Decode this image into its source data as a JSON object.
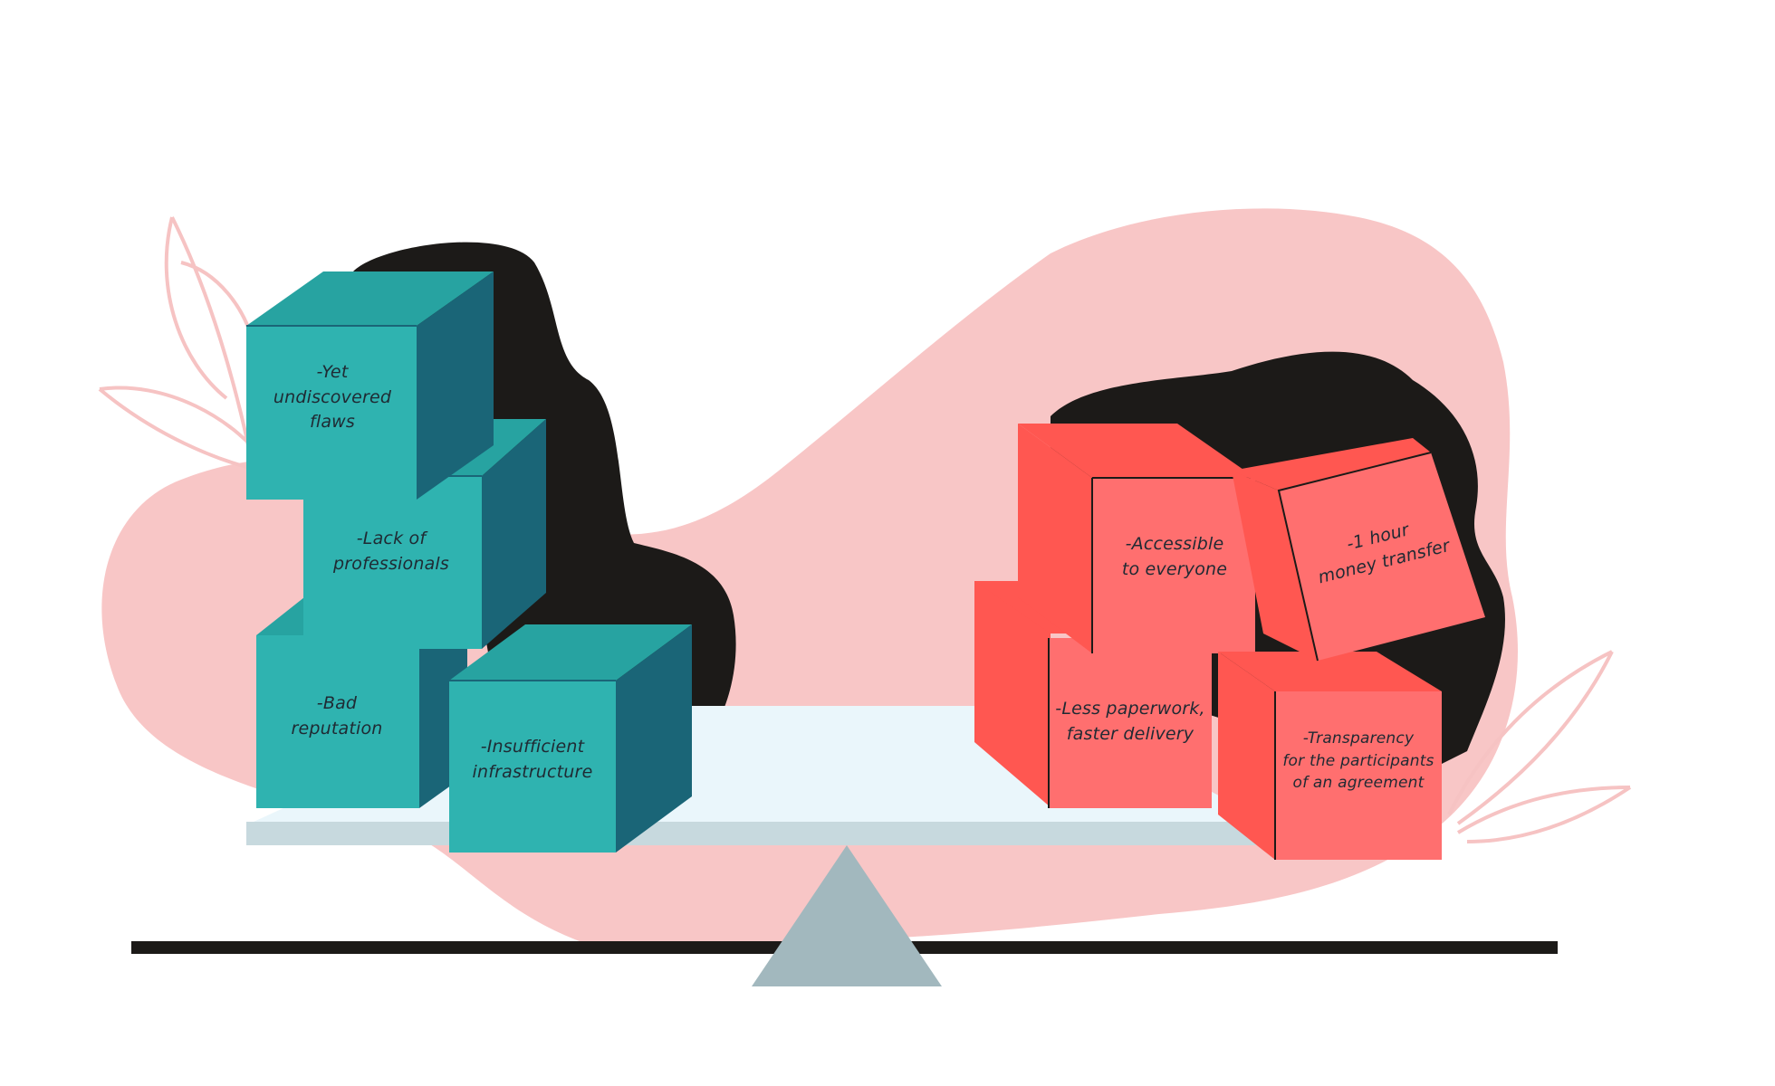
{
  "colors": {
    "blob": "#f8c6c6",
    "shadow": "#1c1a18",
    "teal_front": "#2fb3b0",
    "teal_top": "#27a3a1",
    "teal_side": "#1a6577",
    "red_front": "#ff6f6f",
    "red_dark": "#ff5751",
    "plank_top": "#eaf6fb",
    "plank_side": "#c7d9de",
    "fulcrum": "#a2b8be",
    "ground": "#1c1a18",
    "leaf": "#f6c3c3"
  },
  "cons": {
    "yet_undiscovered": [
      "-Yet",
      "undiscovered",
      "flaws"
    ],
    "lack_of_professionals": [
      "-Lack of",
      "professionals"
    ],
    "bad_reputation": [
      "-Bad",
      "reputation"
    ],
    "insufficient_infrastructure": [
      "-Insufficient",
      "infrastructure"
    ]
  },
  "pros": {
    "accessible": [
      "-Accessible",
      "to everyone"
    ],
    "money_transfer": [
      "-1 hour",
      "money transfer"
    ],
    "less_paperwork": [
      "-Less paperwork,",
      "faster delivery"
    ],
    "transparency": [
      "-Transparency",
      "for the participants",
      "of an agreement"
    ]
  }
}
